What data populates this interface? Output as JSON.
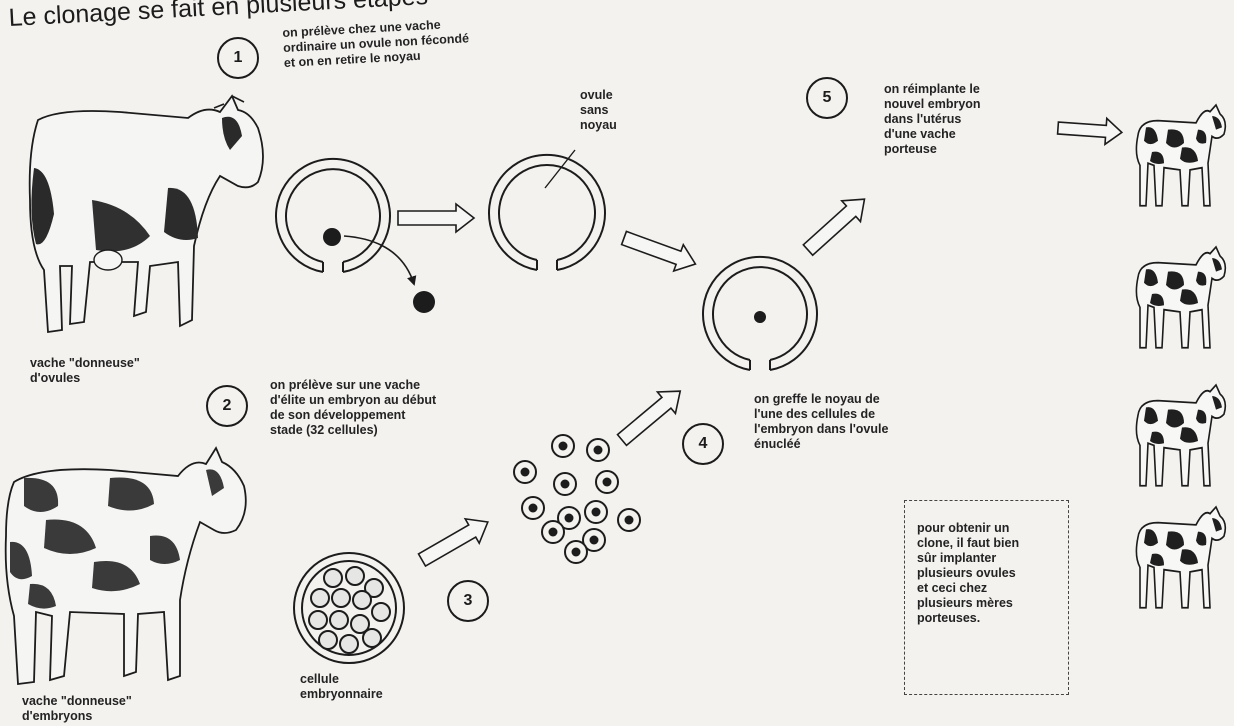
{
  "title": "Le clonage se fait en plusieurs étapes",
  "steps": [
    {
      "number": "1",
      "text": "on prélève chez une vache\nordinaire un ovule non fécondé\net on en retire le noyau"
    },
    {
      "number": "2",
      "text": "on prélève sur une vache\nd'élite un embryon au début\nde son développement\nstade (32 cellules)"
    },
    {
      "number": "3"
    },
    {
      "number": "4",
      "text": "on greffe le noyau de\nl'une des cellules de\nl'embryon dans l'ovule\nénucléé"
    },
    {
      "number": "5",
      "text": "on réimplante le\nnouvel embryon\ndans l'utérus\nd'une vache\nporteuse"
    }
  ],
  "labels": {
    "donor_ova": "vache \"donneuse\"\nd'ovules",
    "donor_embryos": "vache \"donneuse\"\nd'embryons",
    "ovule_sans_noyau": "ovule\nsans\nnoyau",
    "cellule_embryonnaire": "cellule\nembryonnaire"
  },
  "note": "pour obtenir un\nclone, il faut bien\nsûr implanter\nplusieurs ovules\net ceci chez\nplusieurs mères\nporteuses."
}
